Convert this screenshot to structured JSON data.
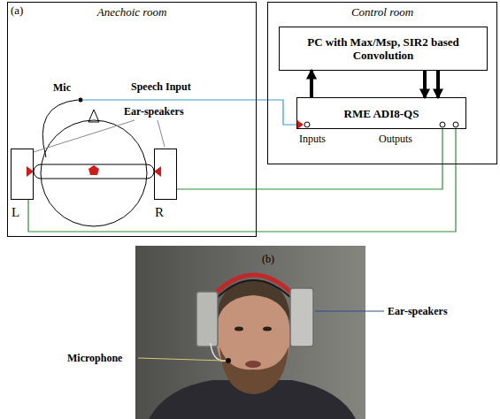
{
  "diagram": {
    "nodes": [
      {
        "text": [
          "Anechoic room"
        ]
      },
      {
        "text": [
          "Control room"
        ]
      },
      {
        "text": [
          "PC with Max/Msp, SIR2 based Convolution"
        ],
        "in": 1
      },
      {
        "text": [
          "RME ADI8-QS"
        ],
        "in": 1
      },
      {
        "text": [
          "L"
        ],
        "in": 0
      },
      {
        "text": [
          "R"
        ],
        "in": 0
      }
    ],
    "edges": [
      {
        "from": 3,
        "to": 2,
        "arrow": "to"
      },
      {
        "from": 2,
        "to": 3,
        "arrow": "to"
      },
      {
        "from": 2,
        "to": 3,
        "arrow": "to"
      },
      {
        "from": 3,
        "to": 5,
        "arrow": "none"
      },
      {
        "from": 3,
        "to": 4,
        "arrow": "none"
      }
    ],
    "labels": [
      "(a)",
      "Mic",
      "Speech Input",
      "Ear-speakers",
      "Inputs",
      "Outputs",
      "(b)",
      "Ear-speakers",
      "Microphone"
    ]
  }
}
